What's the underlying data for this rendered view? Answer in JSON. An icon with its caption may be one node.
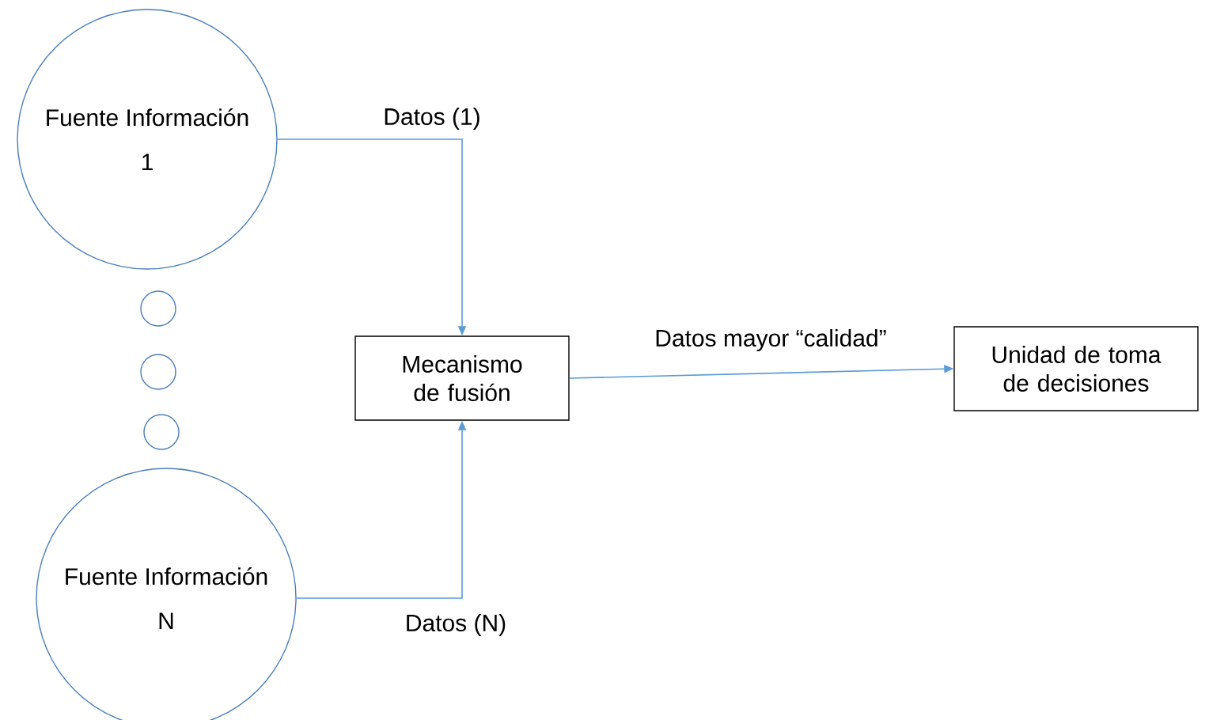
{
  "diagram": {
    "nodes": [
      {
        "text": [
          "Fuente Información",
          "1"
        ]
      },
      {
        "text": [],
        "shape": "circle"
      },
      {
        "text": [],
        "shape": "circle"
      },
      {
        "text": [],
        "shape": "circle"
      },
      {
        "text": [
          "Fuente Información",
          "N"
        ]
      },
      {
        "text": [
          "Mecanismo de fusión"
        ]
      },
      {
        "text": [
          "Unidad de toma de decisiones"
        ]
      }
    ],
    "edges": [
      {
        "from": 0,
        "to": 5,
        "arrow": "to",
        "label": "Datos (1)"
      },
      {
        "from": 4,
        "to": 5,
        "arrow": "to",
        "label": "Datos (N)"
      },
      {
        "from": 5,
        "to": 6,
        "arrow": "to",
        "label": "Datos mayor “calidad”"
      }
    ]
  }
}
